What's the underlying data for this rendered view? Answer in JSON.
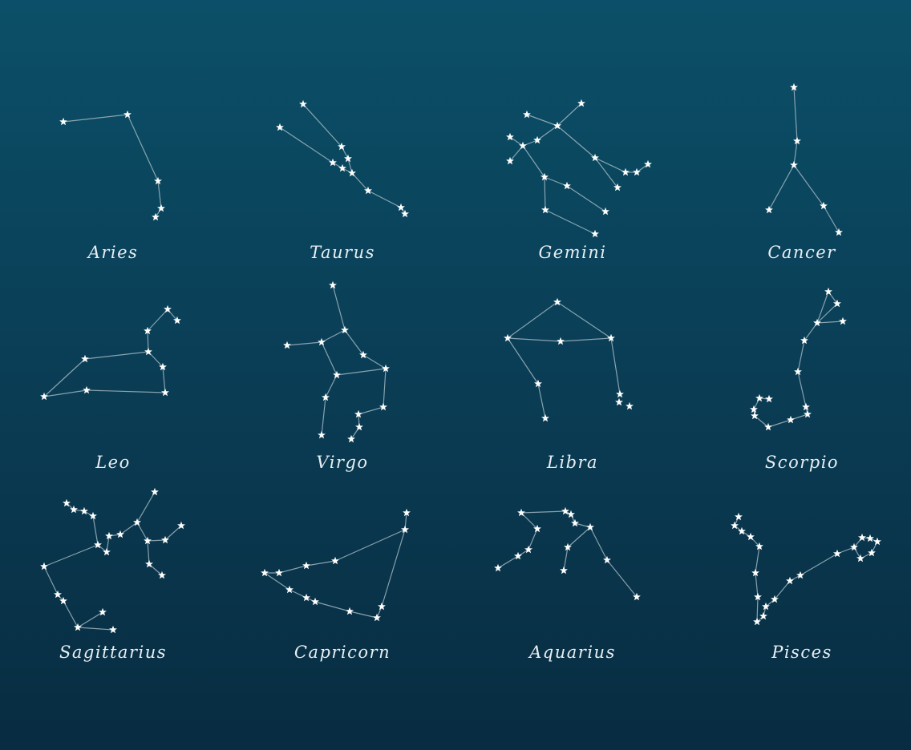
{
  "colors": {
    "background_top": "#0b5068",
    "background_bottom": "#082c41",
    "star": "#ffffff",
    "line": "#9fb5c0",
    "label": "#e8eef2"
  },
  "constellations": [
    {
      "id": "aries",
      "name": "Aries"
    },
    {
      "id": "taurus",
      "name": "Taurus"
    },
    {
      "id": "gemini",
      "name": "Gemini"
    },
    {
      "id": "cancer",
      "name": "Cancer"
    },
    {
      "id": "leo",
      "name": "Leo"
    },
    {
      "id": "virgo",
      "name": "Virgo"
    },
    {
      "id": "libra",
      "name": "Libra"
    },
    {
      "id": "scorpio",
      "name": "Scorpio"
    },
    {
      "id": "sagittarius",
      "name": "Sagittarius"
    },
    {
      "id": "capricorn",
      "name": "Capricorn"
    },
    {
      "id": "aquarius",
      "name": "Aquarius"
    },
    {
      "id": "pisces",
      "name": "Pisces"
    }
  ]
}
